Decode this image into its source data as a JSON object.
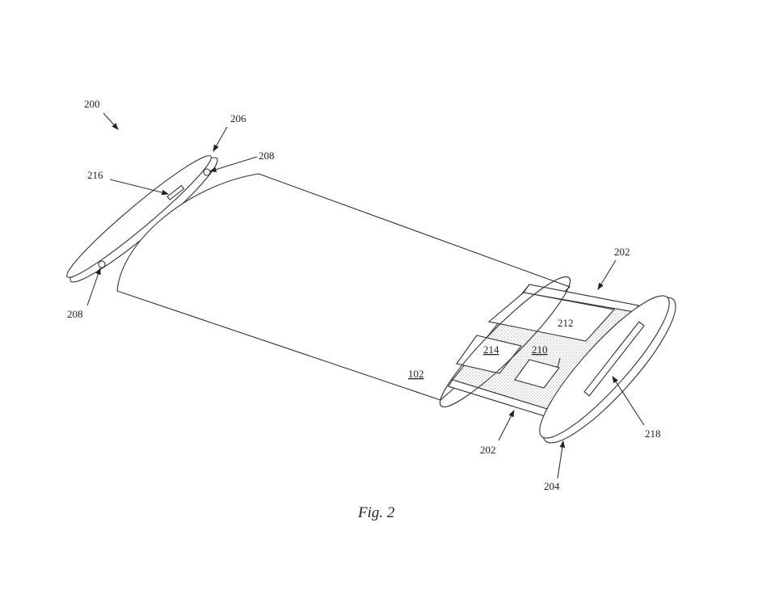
{
  "figure": {
    "caption": "Fig. 2",
    "labels": {
      "device": "200",
      "left_cap": "206",
      "hole_top": "208",
      "hole_bottom": "208",
      "left_slot": "216",
      "body": "102",
      "rail_top": "202",
      "rail_bottom": "202",
      "battery": "212",
      "component_214": "214",
      "board": "210",
      "right_cap": "204",
      "right_slot": "218"
    }
  }
}
